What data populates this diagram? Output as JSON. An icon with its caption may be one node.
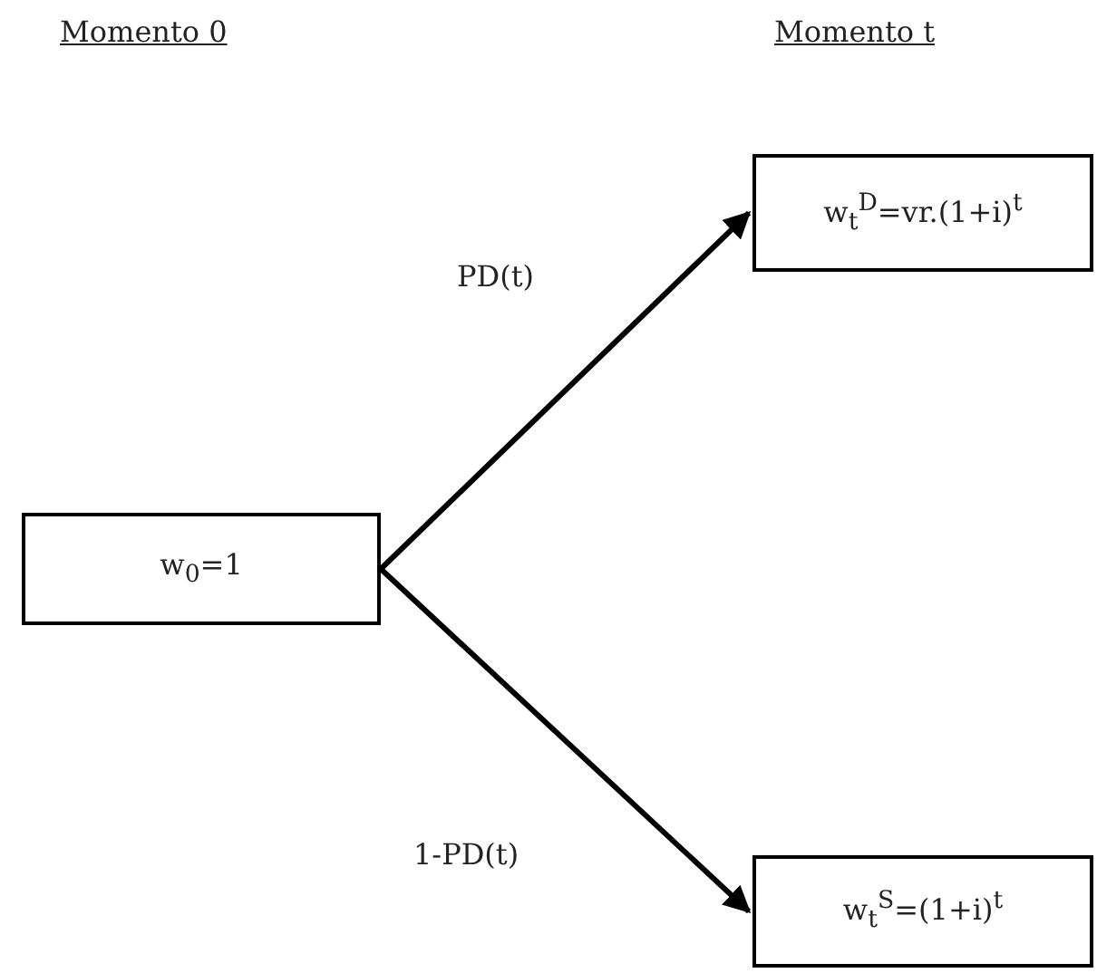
{
  "diagram": {
    "nodes": [
      {
        "text": [
          "w$_{0}$=1"
        ]
      },
      {
        "text": [
          "w$_{t}$$^{D}$=vr.(1+i)$^{t}$"
        ]
      },
      {
        "text": [
          "w$_{t}$$^{S}$=(1+i)$^{t}$"
        ]
      }
    ],
    "edges": [
      {
        "from": 0,
        "to": 1,
        "arrow": "to",
        "label": "PD(t)"
      },
      {
        "from": 0,
        "to": 2,
        "arrow": "to",
        "label": "1-PD(t)"
      }
    ],
    "labels": [
      "Momento 0",
      "Momento t"
    ]
  }
}
